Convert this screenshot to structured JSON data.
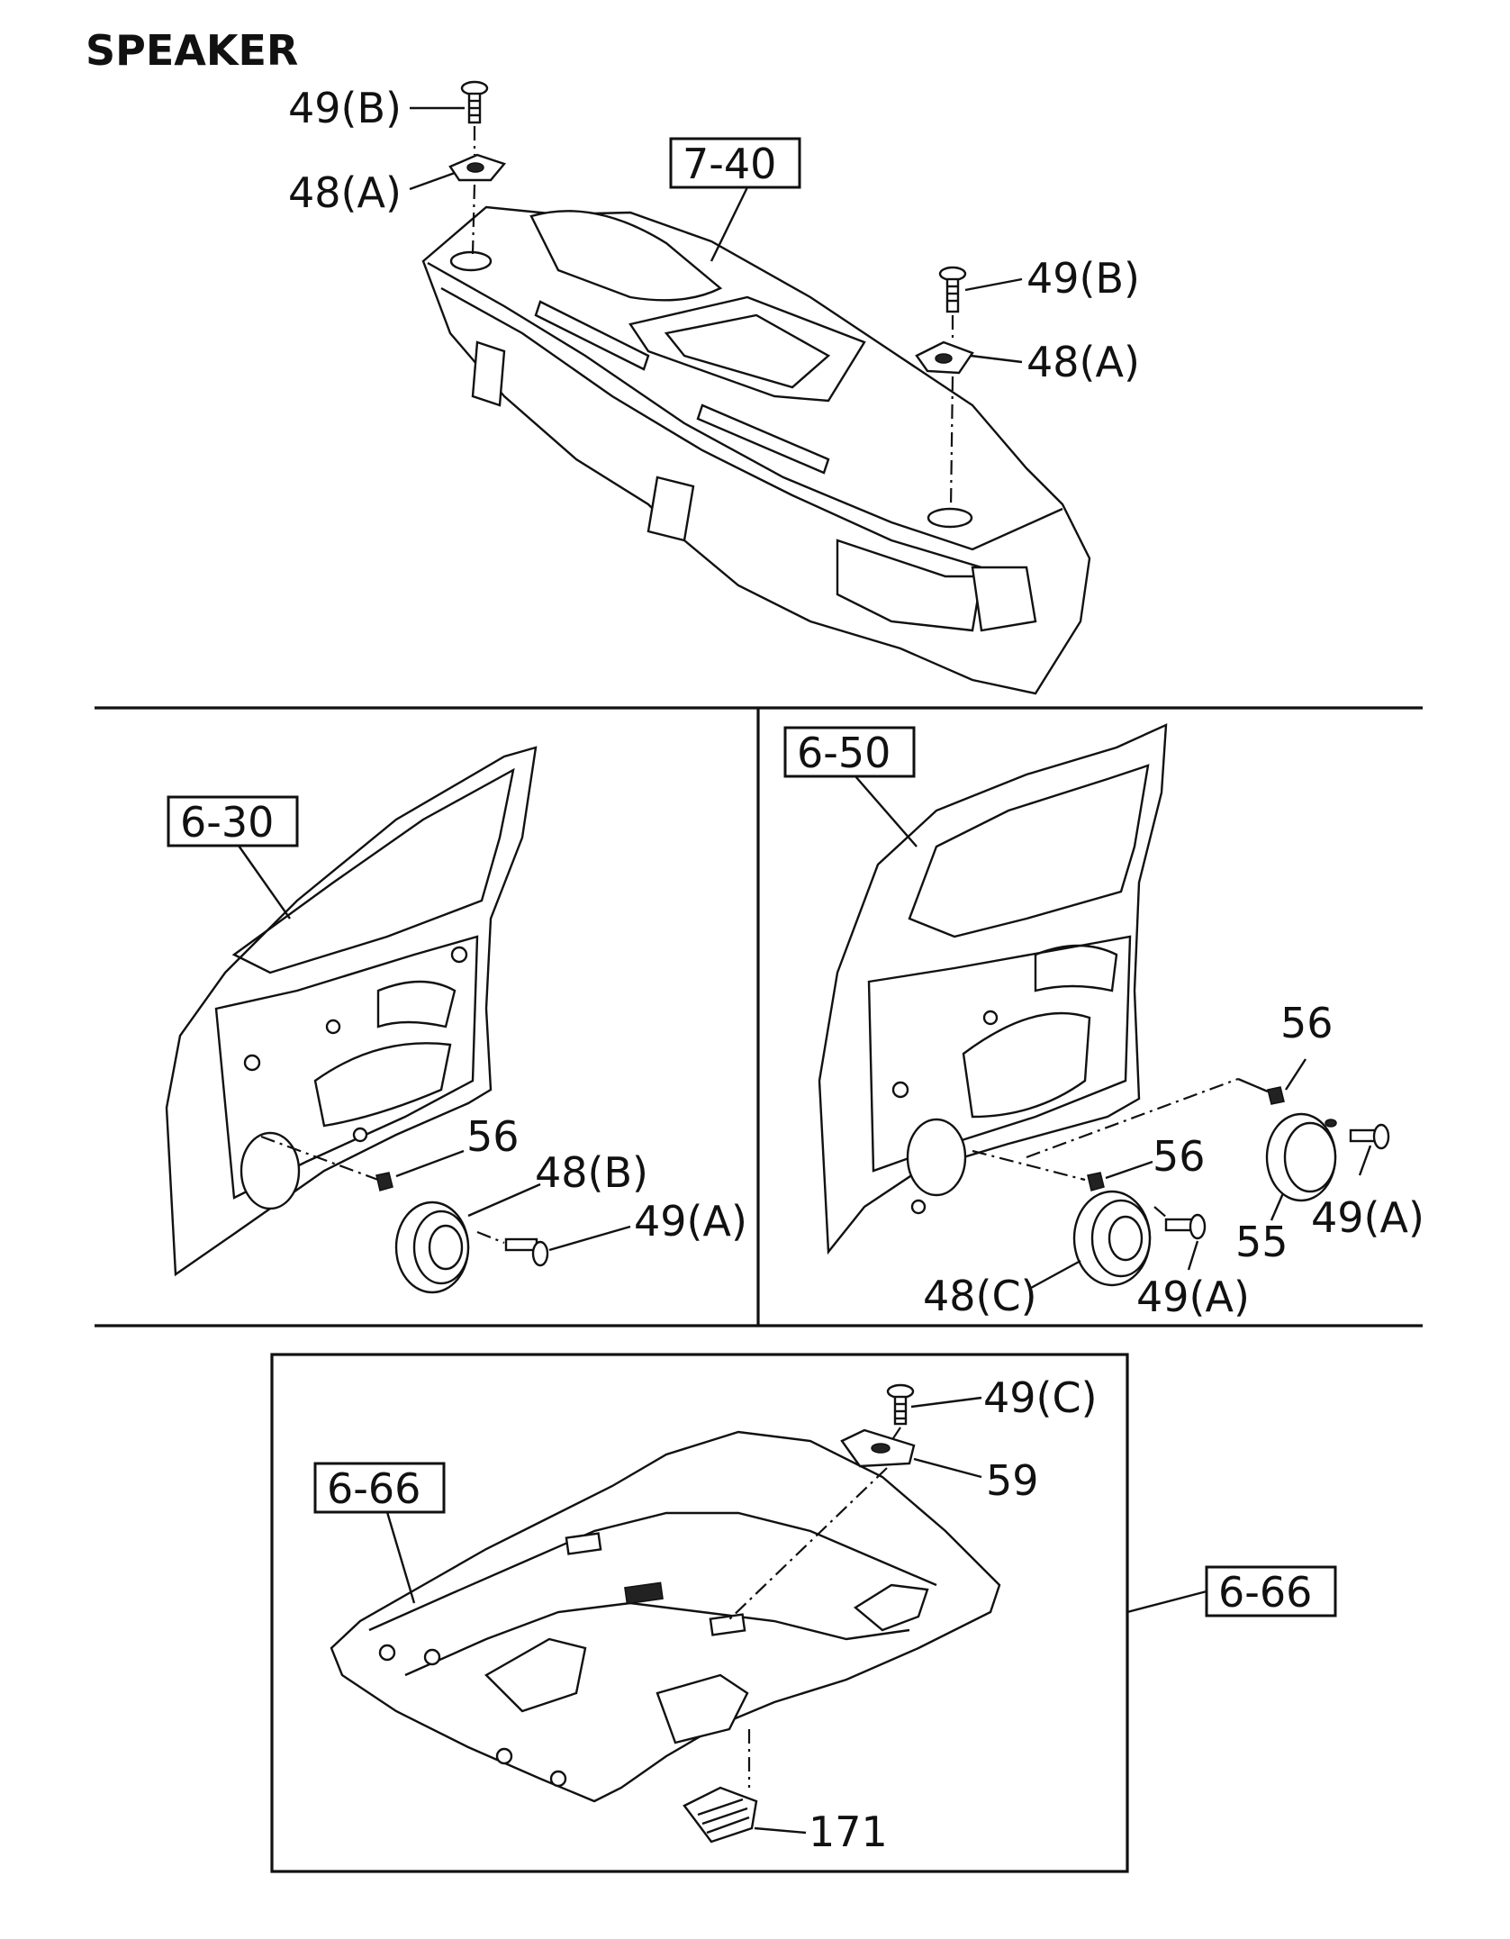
{
  "title": "SPEAKER",
  "panels": {
    "dashboard": {
      "ref_box": "7-40",
      "labels": {
        "screw_left": "49(B)",
        "bracket_left": "48(A)",
        "screw_right": "49(B)",
        "bracket_right": "48(A)"
      }
    },
    "front_door": {
      "ref_box": "6-30",
      "labels": {
        "clip": "56",
        "speaker": "48(B)",
        "screw": "49(A)"
      }
    },
    "rear_door": {
      "ref_box": "6-50",
      "labels": {
        "clip_top": "56",
        "clip_mid": "56",
        "tweeter": "55",
        "screw_right": "49(A)",
        "speaker": "48(C)",
        "screw_bottom": "49(A)"
      }
    },
    "roof": {
      "ref_box_inner": "6-66",
      "ref_box_outer": "6-66",
      "labels": {
        "screw": "49(C)",
        "bracket": "59",
        "grille": "171"
      }
    }
  },
  "colors": {
    "ink": "#111111",
    "paper": "#ffffff"
  }
}
